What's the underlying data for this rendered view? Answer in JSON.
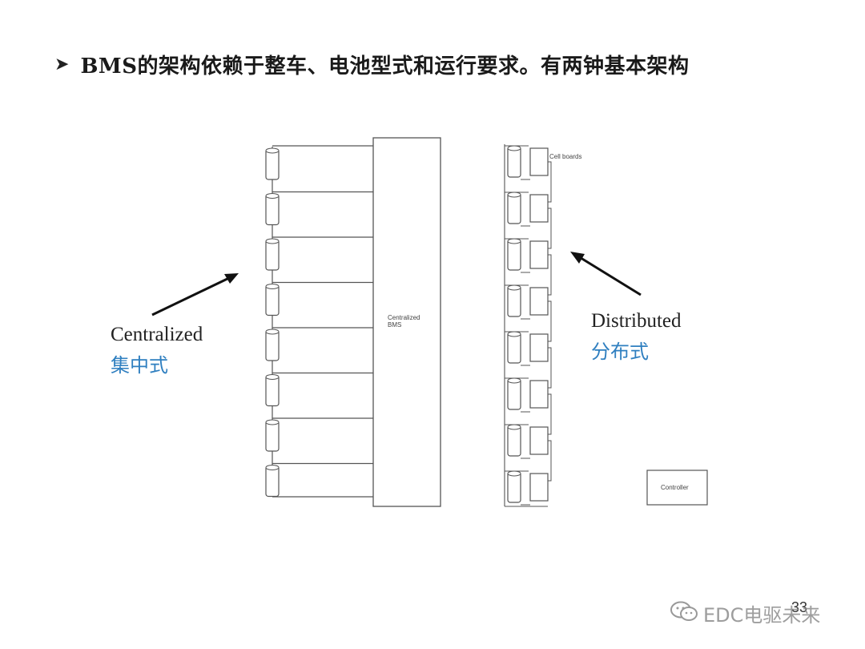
{
  "slide": {
    "bullet_icon": "arrow-bullet-icon",
    "title": "BMS的架构依赖于整车、电池型式和运行要求。有两钟基本架构",
    "page_number": "33"
  },
  "centralized": {
    "label_en": "Centralized",
    "label_zh": "集中式",
    "bms_box_label": "Centralized BMS",
    "cell_count": 8
  },
  "distributed": {
    "label_en": "Distributed",
    "label_zh": "分布式",
    "cell_boards_label": "Cell boards",
    "controller_label": "Controller",
    "cell_count": 8
  },
  "watermark": {
    "icon": "wechat-icon",
    "text": "EDC电驱未来"
  },
  "colors": {
    "zh_label": "#2f7fc0",
    "line": "#555555"
  }
}
